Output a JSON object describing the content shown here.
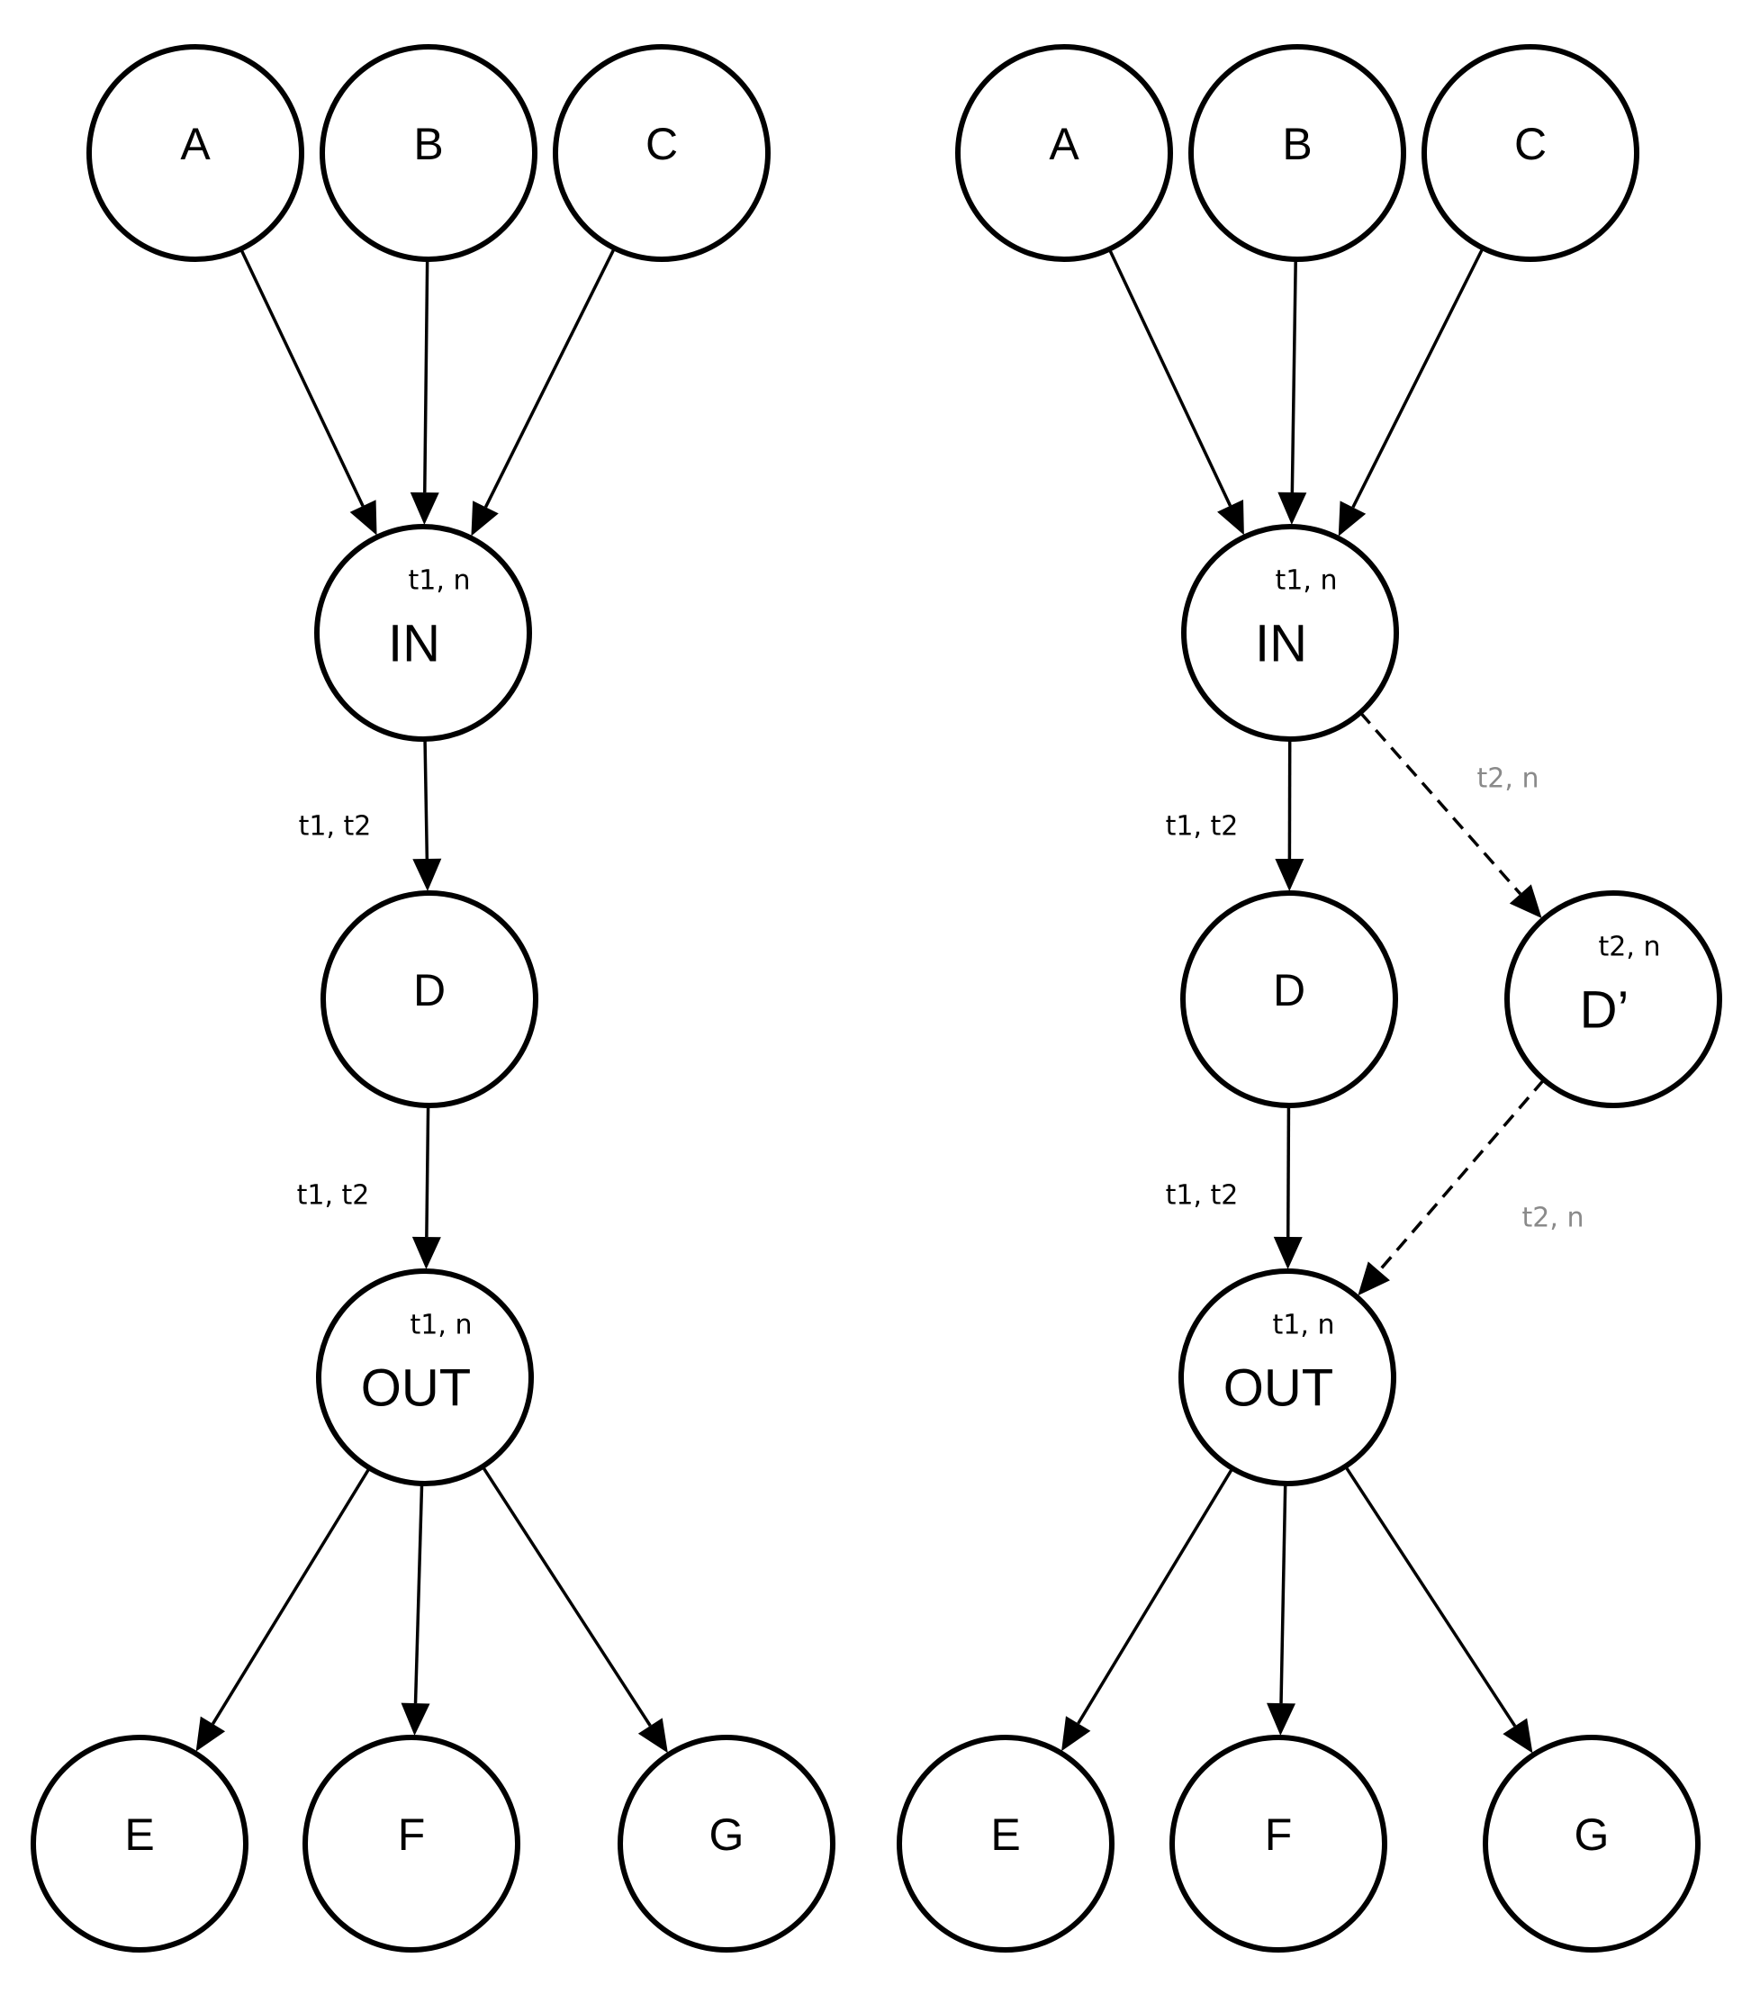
{
  "diagrams": [
    {
      "id": "left",
      "nodes": [
        {
          "id": "A",
          "label": "A"
        },
        {
          "id": "B",
          "label": "B"
        },
        {
          "id": "C",
          "label": "C"
        },
        {
          "id": "IN",
          "label": "IN",
          "sublabel": "t1, n"
        },
        {
          "id": "D",
          "label": "D"
        },
        {
          "id": "OUT",
          "label": "OUT",
          "sublabel": "t1, n"
        },
        {
          "id": "E",
          "label": "E"
        },
        {
          "id": "F",
          "label": "F"
        },
        {
          "id": "G",
          "label": "G"
        }
      ],
      "edges": [
        {
          "from": "A",
          "to": "IN",
          "label": ""
        },
        {
          "from": "B",
          "to": "IN",
          "label": ""
        },
        {
          "from": "C",
          "to": "IN",
          "label": ""
        },
        {
          "from": "IN",
          "to": "D",
          "label": "t1, t2"
        },
        {
          "from": "D",
          "to": "OUT",
          "label": "t1, t2"
        },
        {
          "from": "OUT",
          "to": "E",
          "label": ""
        },
        {
          "from": "OUT",
          "to": "F",
          "label": ""
        },
        {
          "from": "OUT",
          "to": "G",
          "label": ""
        }
      ]
    },
    {
      "id": "right",
      "nodes": [
        {
          "id": "A",
          "label": "A"
        },
        {
          "id": "B",
          "label": "B"
        },
        {
          "id": "C",
          "label": "C"
        },
        {
          "id": "IN",
          "label": "IN",
          "sublabel": "t1, n"
        },
        {
          "id": "D",
          "label": "D"
        },
        {
          "id": "Dp",
          "label": "D’",
          "sublabel": "t2, n"
        },
        {
          "id": "OUT",
          "label": "OUT",
          "sublabel": "t1, n"
        },
        {
          "id": "E",
          "label": "E"
        },
        {
          "id": "F",
          "label": "F"
        },
        {
          "id": "G",
          "label": "G"
        }
      ],
      "edges": [
        {
          "from": "A",
          "to": "IN",
          "label": ""
        },
        {
          "from": "B",
          "to": "IN",
          "label": ""
        },
        {
          "from": "C",
          "to": "IN",
          "label": ""
        },
        {
          "from": "IN",
          "to": "D",
          "label": "t1, t2"
        },
        {
          "from": "IN",
          "to": "Dp",
          "label": "t2, n",
          "style": "dashed"
        },
        {
          "from": "D",
          "to": "OUT",
          "label": "t1, t2"
        },
        {
          "from": "Dp",
          "to": "OUT",
          "label": "t2, n",
          "style": "dashed"
        },
        {
          "from": "OUT",
          "to": "E",
          "label": ""
        },
        {
          "from": "OUT",
          "to": "F",
          "label": ""
        },
        {
          "from": "OUT",
          "to": "G",
          "label": ""
        }
      ]
    }
  ]
}
